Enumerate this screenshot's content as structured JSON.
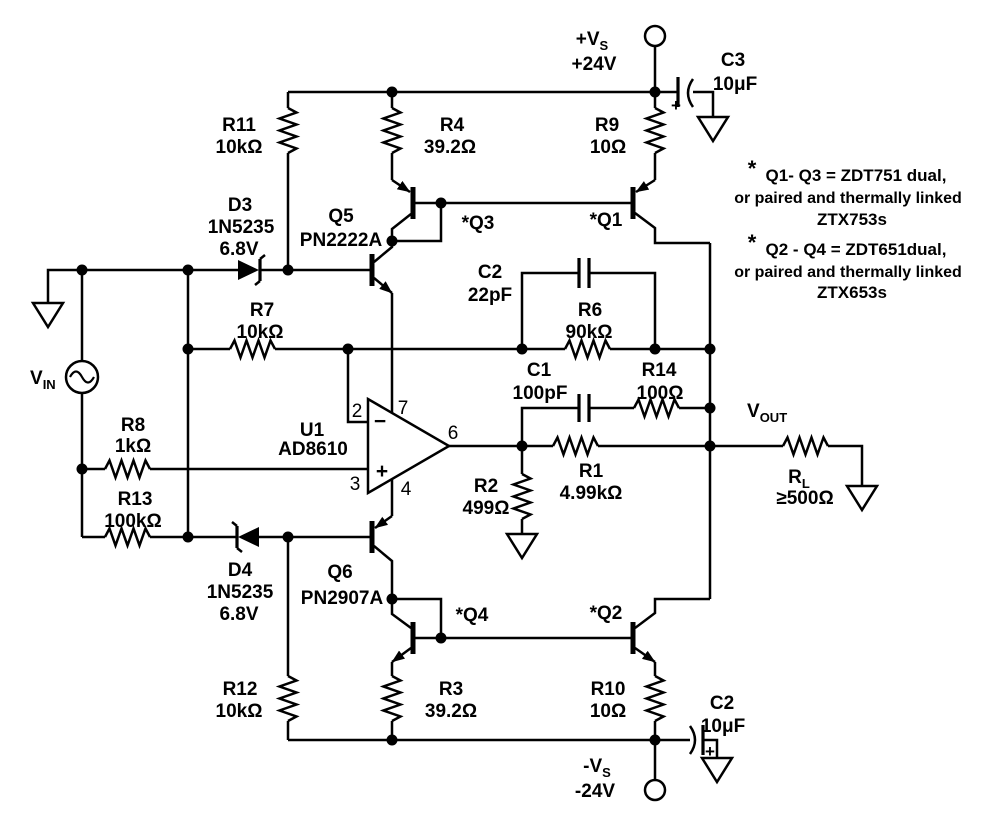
{
  "power": {
    "vpos_label": "+V",
    "vpos_sub": "S",
    "vpos_value": "+24V",
    "vneg_label": "-V",
    "vneg_sub": "S",
    "vneg_value": "-24V"
  },
  "source": {
    "label": "V",
    "sub": "IN"
  },
  "output": {
    "label": "V",
    "sub": "OUT"
  },
  "load": {
    "ref": "R",
    "sub": "L",
    "value": "≥500Ω"
  },
  "opamp": {
    "ref": "U1",
    "part": "AD8610",
    "pin2": "2",
    "pin3": "3",
    "pin4": "4",
    "pin6": "6",
    "pin7": "7",
    "inv": "−",
    "noninv": "+"
  },
  "resistors": {
    "r11": {
      "ref": "R11",
      "value": "10kΩ"
    },
    "r4": {
      "ref": "R4",
      "value": "39.2Ω"
    },
    "r9": {
      "ref": "R9",
      "value": "10Ω"
    },
    "r7": {
      "ref": "R7",
      "value": "10kΩ"
    },
    "r6": {
      "ref": "R6",
      "value": "90kΩ"
    },
    "r14": {
      "ref": "R14",
      "value": "100Ω"
    },
    "r8": {
      "ref": "R8",
      "value": "1kΩ"
    },
    "r13": {
      "ref": "R13",
      "value": "100kΩ"
    },
    "r2": {
      "ref": "R2",
      "value": "499Ω"
    },
    "r1": {
      "ref": "R1",
      "value": "4.99kΩ"
    },
    "r12": {
      "ref": "R12",
      "value": "10kΩ"
    },
    "r3": {
      "ref": "R3",
      "value": "39.2Ω"
    },
    "r10": {
      "ref": "R10",
      "value": "10Ω"
    }
  },
  "capacitors": {
    "c3": {
      "ref": "C3",
      "value": "10μF",
      "polarity": "+"
    },
    "c2_comp": {
      "ref": "C2",
      "value": "22pF"
    },
    "c1": {
      "ref": "C1",
      "value": "100pF"
    },
    "c2_bypass": {
      "ref": "C2",
      "value": "10μF",
      "polarity": "+"
    }
  },
  "diodes": {
    "d3": {
      "ref": "D3",
      "part": "1N5235",
      "value": "6.8V"
    },
    "d4": {
      "ref": "D4",
      "part": "1N5235",
      "value": "6.8V"
    }
  },
  "transistors": {
    "q5": {
      "ref": "Q5",
      "part": "PN2222A"
    },
    "q6": {
      "ref": "Q6",
      "part": "PN2907A"
    },
    "q3": {
      "ref": "*Q3"
    },
    "q1": {
      "ref": "*Q1"
    },
    "q4": {
      "ref": "*Q4"
    },
    "q2": {
      "ref": "*Q2"
    }
  },
  "notes": {
    "n1": {
      "star": "*",
      "l1": "Q1- Q3 = ZDT751 dual,",
      "l2": "or paired and thermally linked",
      "l3": "ZTX753s"
    },
    "n2": {
      "star": "*",
      "l1": "Q2 - Q4 = ZDT651dual,",
      "l2": "or paired and thermally linked",
      "l3": "ZTX653s"
    }
  }
}
